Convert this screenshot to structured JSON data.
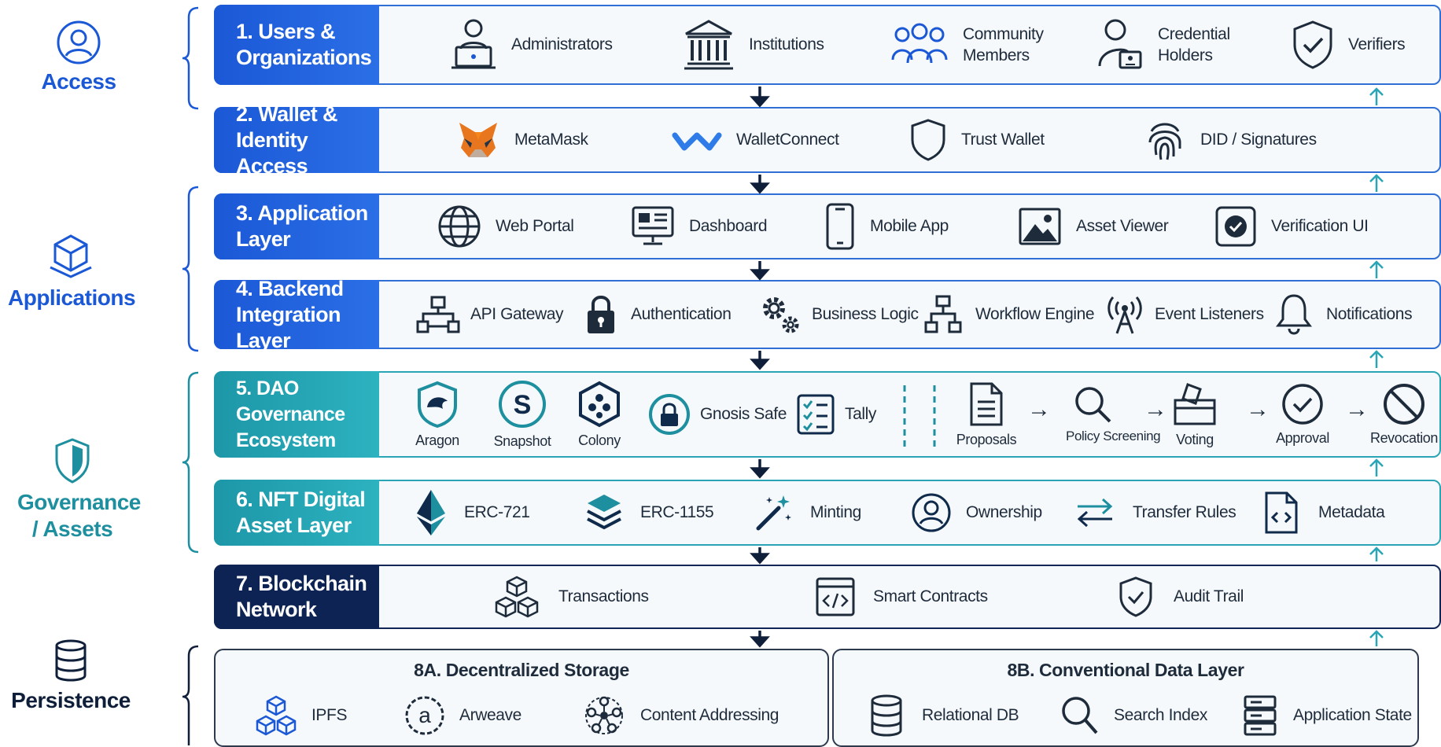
{
  "groups": {
    "access": "Access",
    "applications": "Applications",
    "governance": "Governance / Assets",
    "persistence": "Persistence"
  },
  "rows": [
    {
      "title": "1. Users & Organizations",
      "items": [
        "Administrators",
        "Institutions",
        "Community Members",
        "Credential Holders",
        "Verifiers"
      ]
    },
    {
      "title": "2. Wallet & Identity Access",
      "items": [
        "MetaMask",
        "WalletConnect",
        "Trust Wallet",
        "DID / Signatures"
      ]
    },
    {
      "title": "3. Application Layer",
      "items": [
        "Web Portal",
        "Dashboard",
        "Mobile App",
        "Asset Viewer",
        "Verification UI"
      ]
    },
    {
      "title": "4. Backend Integration Layer",
      "items": [
        "API Gateway",
        "Authentication",
        "Business Logic",
        "Workflow Engine",
        "Event Listeners",
        "Notifications"
      ]
    },
    {
      "title": "5. DAO Governance Ecosystem",
      "items": [
        "Aragon",
        "Snapshot",
        "Colony",
        "Gnosis Safe",
        "Tally"
      ],
      "flow": [
        "Proposals",
        "Policy Screening",
        "Voting",
        "Approval",
        "Revocation"
      ]
    },
    {
      "title": "6. NFT Digital Asset Layer",
      "items": [
        "ERC-721",
        "ERC-1155",
        "Minting",
        "Ownership",
        "Transfer Rules",
        "Metadata"
      ]
    },
    {
      "title": "7. Blockchain Network",
      "items": [
        "Transactions",
        "Smart Contracts",
        "Audit Trail"
      ]
    }
  ],
  "storage_a": {
    "title": "8A. Decentralized Storage",
    "items": [
      "IPFS",
      "Arweave",
      "Content Addressing"
    ]
  },
  "storage_b": {
    "title": "8B. Conventional Data Layer",
    "items": [
      "Relational DB",
      "Search Index",
      "Application State"
    ]
  },
  "colors": {
    "blue": "#1b58d6",
    "teal": "#1d97a8",
    "dark": "#0d2354",
    "icon": "#1e2b3b"
  },
  "icons": [
    "user-circle-icon",
    "cube-icon",
    "shield-icon",
    "database-icon",
    "laptop-user-icon",
    "bank-icon",
    "group-icon",
    "id-card-user-icon",
    "shield-check-icon",
    "fox-icon",
    "walletconnect-icon",
    "shield-outline-icon",
    "fingerprint-icon",
    "globe-icon",
    "dashboard-icon",
    "mobile-icon",
    "image-icon",
    "verified-icon",
    "network-nodes-icon",
    "lock-icon",
    "gears-icon",
    "workflow-icon",
    "antenna-icon",
    "bell-icon",
    "aragon-icon",
    "snapshot-icon",
    "colony-icon",
    "safe-lock-icon",
    "checklist-icon",
    "document-icon",
    "search-icon",
    "ballot-box-icon",
    "check-circle-icon",
    "no-entry-icon",
    "ethereum-icon",
    "layers-icon",
    "magic-wand-icon",
    "user-circle-icon",
    "transfer-icon",
    "code-file-icon",
    "cubes-icon",
    "code-window-icon",
    "shield-check-icon",
    "cubes-icon",
    "arweave-icon",
    "node-graph-icon",
    "database-icon",
    "search-icon",
    "server-icon"
  ]
}
